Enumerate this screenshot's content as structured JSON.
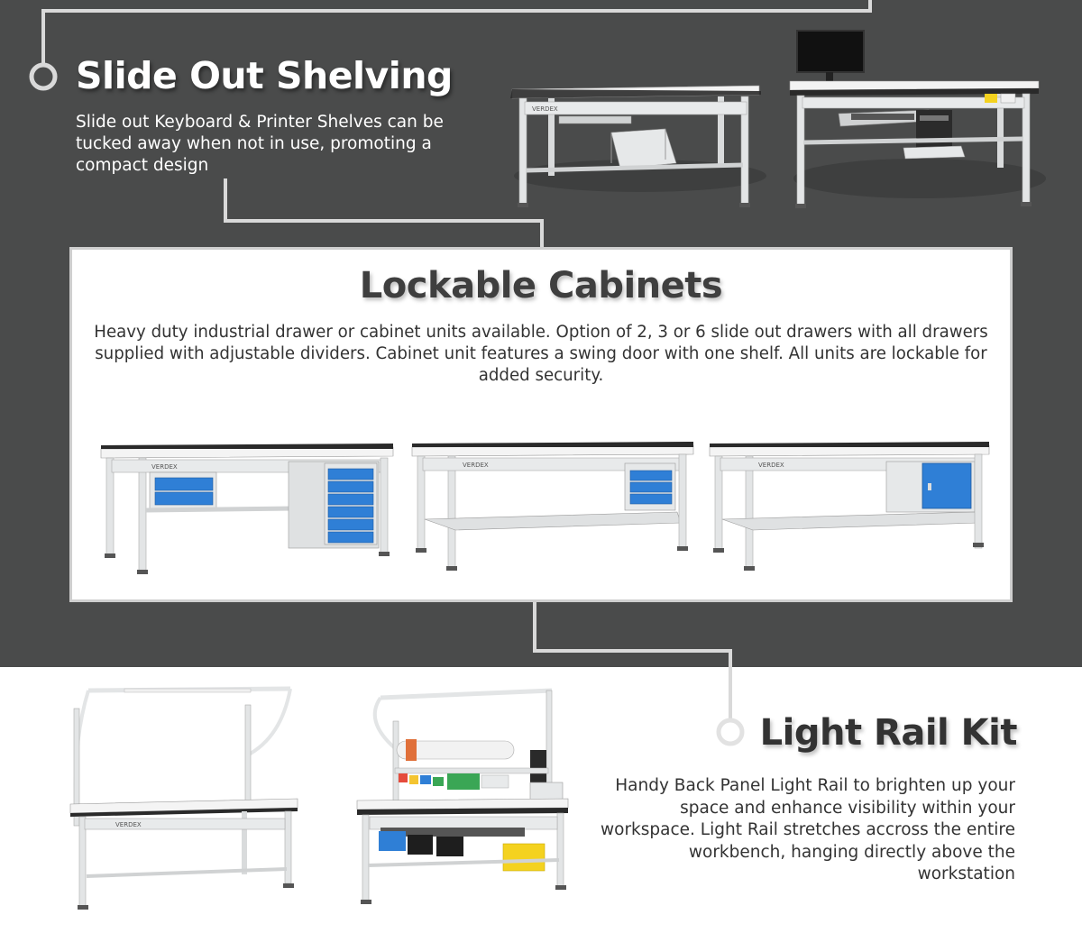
{
  "sections": {
    "slide_out": {
      "title": "Slide Out Shelving",
      "description": "Slide out Keyboard & Printer Shelves can be tucked away when not in use, promoting a compact design"
    },
    "lockable": {
      "title": "Lockable Cabinets",
      "description": "Heavy duty industrial drawer or cabinet units available. Option of 2, 3 or 6 slide out drawers with all drawers supplied with adjustable dividers. Cabinet unit features a swing door with one shelf. All units are lockable for added security."
    },
    "light_rail": {
      "title": "Light Rail Kit",
      "description": "Handy Back Panel Light Rail to brighten up your space and enhance visibility within your workspace. Light Rail stretches accross the entire workbench, hanging directly above the workstation"
    }
  },
  "brand_label": "VERDEX",
  "colors": {
    "dark_background": "#4a4b4b",
    "connector_line": "#d9d9d9",
    "drawer_blue": "#2f7fd6",
    "frame_grey": "#e3e5e6",
    "bench_top": "#2a2a2a"
  },
  "icons": {
    "bullet_ring": "ring-bullet-icon"
  }
}
